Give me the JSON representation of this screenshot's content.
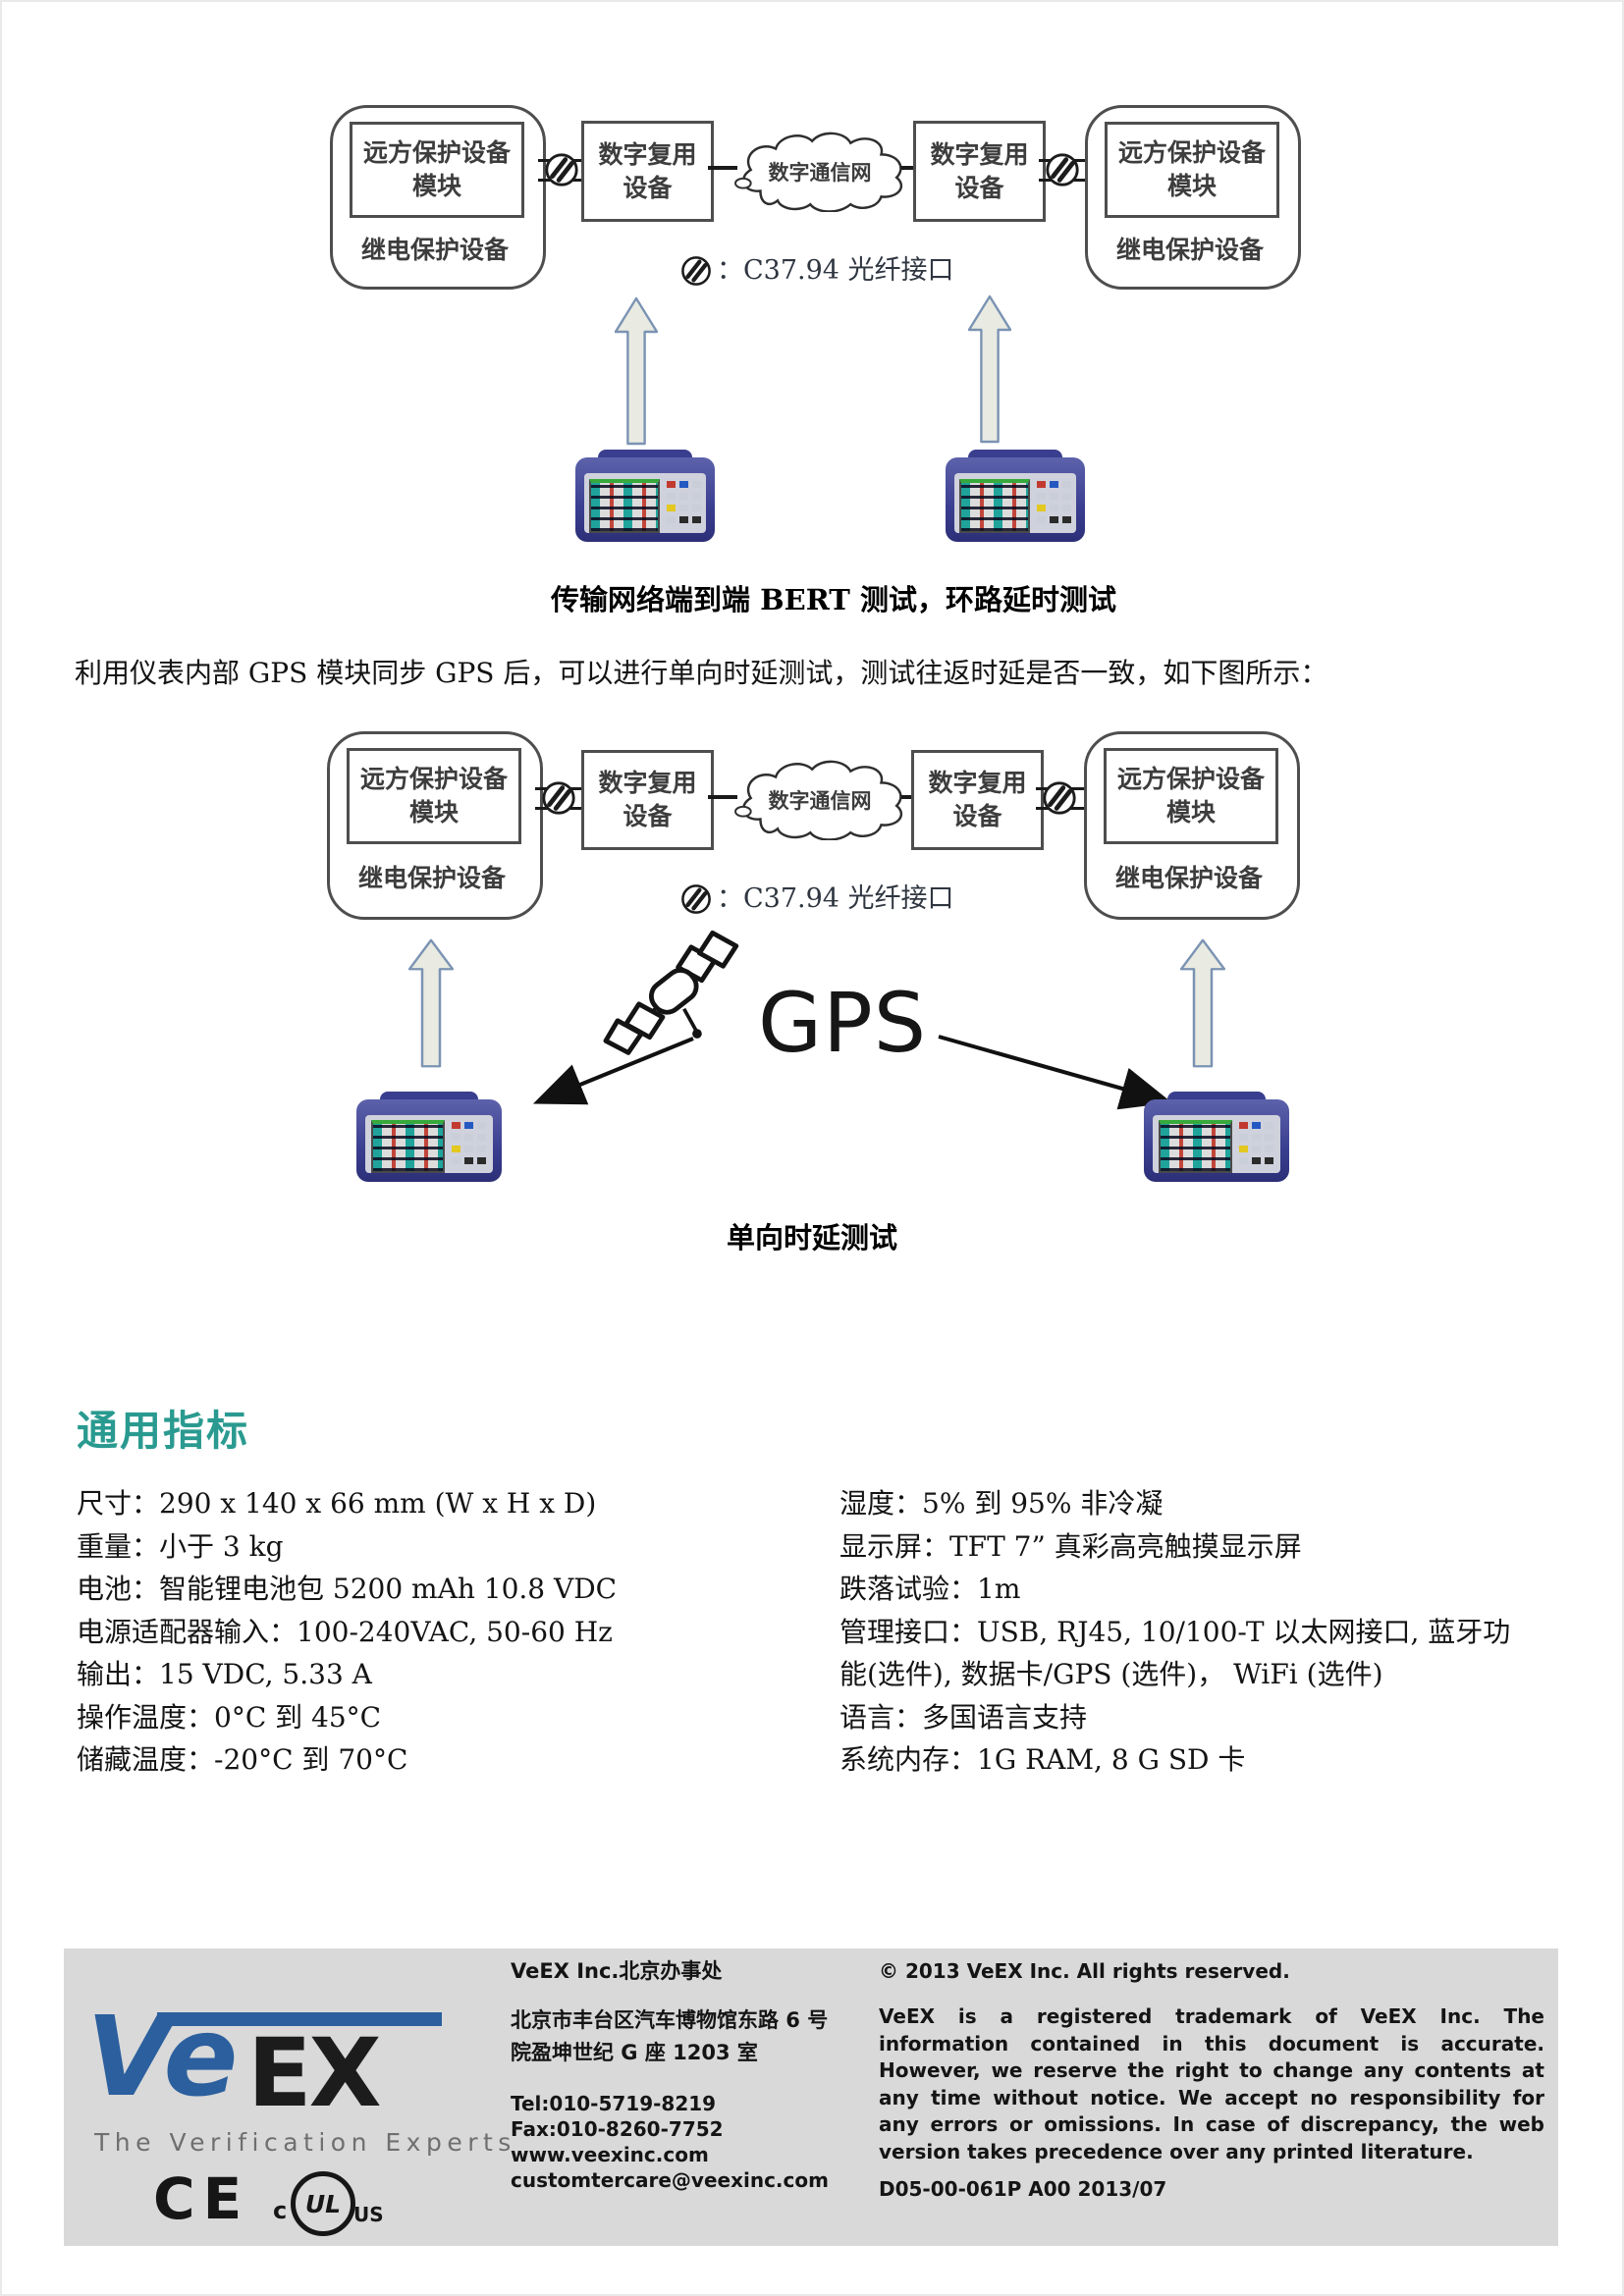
{
  "colors": {
    "accent_teal": "#2A9A90",
    "logo_blue": "#2B5F9E",
    "footer_bg": "#D9D9D9",
    "arrow_fill": "#E9EBE2",
    "arrow_stroke": "#7B93B3"
  },
  "icons": {
    "fiber_connector": "circle-double-slash",
    "satellite": "gps-satellite",
    "up_arrow": "block-arrow-up",
    "sync_arrow": "line-arrow-down"
  },
  "diagram1": {
    "remote_line1": "远方保护设备",
    "remote_line2": "模块",
    "relay_label": "继电保护设备",
    "mux_line1": "数字复用",
    "mux_line2": "设备",
    "cloud_label": "数字通信网",
    "legend_text": "：C37.94 光纤接口",
    "caption": "传输网络端到端 BERT 测试，环路延时测试"
  },
  "intro_paragraph": "利用仪表内部 GPS 模块同步 GPS 后，可以进行单向时延测试，测试往返时延是否一致，如下图所示：",
  "diagram2": {
    "remote_line1": "远方保护设备",
    "remote_line2": "模块",
    "relay_label": "继电保护设备",
    "mux_line1": "数字复用",
    "mux_line2": "设备",
    "cloud_label": "数字通信网",
    "legend_text": "：C37.94 光纤接口",
    "gps_label": "GPS",
    "caption": "单向时延测试"
  },
  "specs": {
    "heading": "通用指标",
    "left": [
      "尺寸：290 x 140 x 66 mm (W x H x D)",
      "重量：小于 3 kg",
      "电池：智能锂电池包 5200 mAh 10.8 VDC",
      "电源适配器输入：100-240VAC, 50-60 Hz",
      "输出：15 VDC, 5.33 A",
      "操作温度：0°C 到 45°C",
      "储藏温度：-20°C  到  70°C"
    ],
    "right": [
      "湿度：5% 到 95% 非冷凝",
      "显示屏：TFT 7” 真彩高亮触摸显示屏",
      "跌落试验：1m",
      "管理接口：USB, RJ45, 10/100-T 以太网接口, 蓝牙功能(选件), 数据卡/GPS (选件)， WiFi (选件)",
      "语言：多国语言支持",
      "系统内存：1G RAM, 8 G SD 卡"
    ]
  },
  "footer": {
    "logo": {
      "ve": "Ve",
      "ex": "EX",
      "tagline": "The Verification Experts",
      "ce": "CE",
      "ul": "UL",
      "ul_c": "c",
      "ul_us": "US"
    },
    "office_title": "VeEX Inc.北京办事处",
    "address1": "北京市丰台区汽车博物馆东路 6 号",
    "address2": "院盈坤世纪 G 座 1203 室",
    "tel": "Tel:010-5719-8219",
    "fax": "Fax:010-8260-7752",
    "web": "www.veexinc.com",
    "email": "customtercare@veexinc.com",
    "copyright": "© 2013 VeEX Inc. All rights reserved.",
    "disclaimer": "VeEX is a registered trademark of VeEX Inc. The information contained in this document is accurate. However, we reserve the right to change any contents at any time without notice. We accept no responsibility for any errors or omissions. In case of discrepancy, the web version takes precedence over any printed literature.",
    "doc_number": "D05-00-061P A00 2013/07"
  }
}
